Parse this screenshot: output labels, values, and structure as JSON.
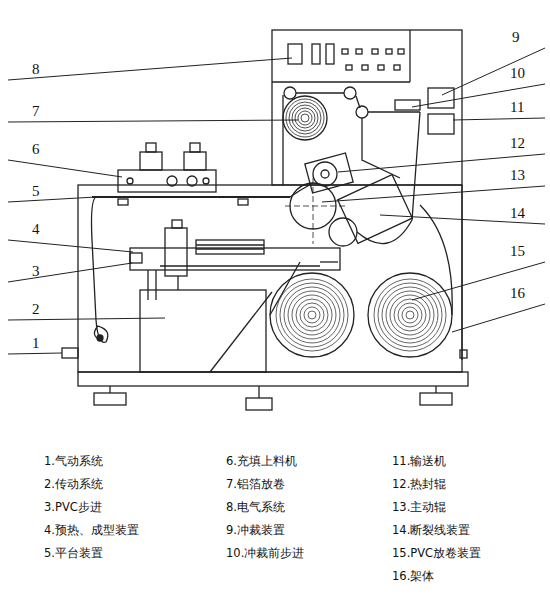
{
  "diagram": {
    "labels": [
      "8",
      "9",
      "7",
      "10",
      "11",
      "6",
      "12",
      "5",
      "13",
      "4",
      "14",
      "3",
      "15",
      "2",
      "16",
      "1",
      "1.气动系统",
      "2.传动系统",
      "3.PVC步进",
      "4.预热、成型装置",
      "5.平台装置",
      "6.充填上料机",
      "7.铝箔放卷",
      "8.电气系统",
      "9.冲裁装置",
      "10.冲裁前步进",
      "11.输送机",
      "12.热封辊",
      "13.主动辊",
      "14.断裂线装置",
      "15.PVC放卷装置",
      "16.架体"
    ]
  }
}
